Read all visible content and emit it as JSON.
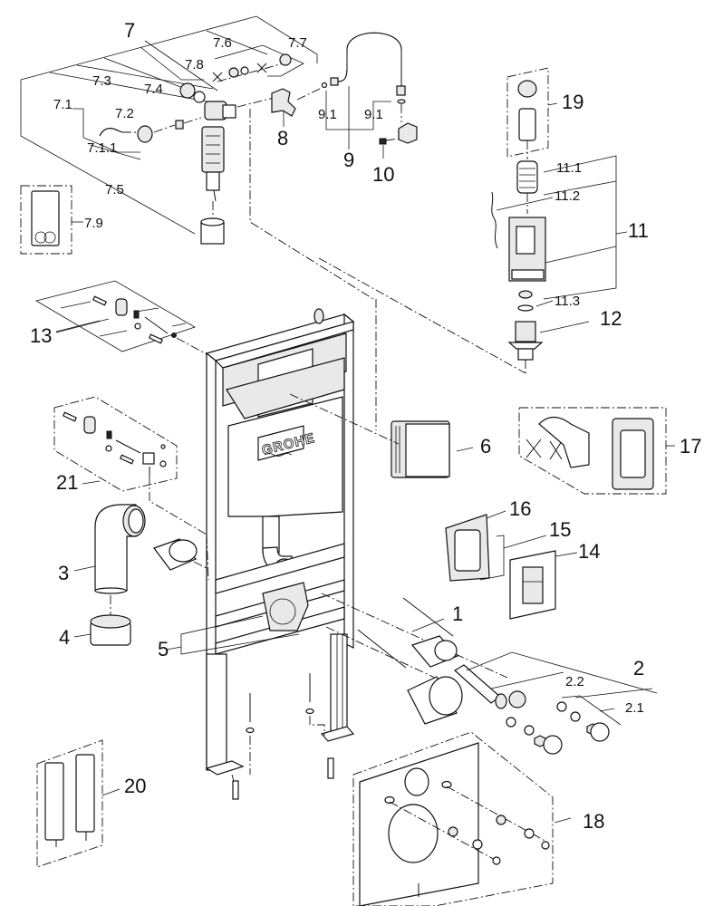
{
  "diagram": {
    "type": "exploded-parts-diagram",
    "brand_logo": "GROHE",
    "callouts": [
      {
        "id": "c7",
        "label": "7"
      },
      {
        "id": "c7-6",
        "label": "7.6"
      },
      {
        "id": "c7-7",
        "label": "7.7"
      },
      {
        "id": "c7-8",
        "label": "7.8"
      },
      {
        "id": "c7-3",
        "label": "7.3"
      },
      {
        "id": "c7-4",
        "label": "7.4"
      },
      {
        "id": "c7-1",
        "label": "7.1"
      },
      {
        "id": "c7-2",
        "label": "7.2"
      },
      {
        "id": "c7-1-1",
        "label": "7.1.1"
      },
      {
        "id": "c7-5",
        "label": "7.5"
      },
      {
        "id": "c7-9",
        "label": "7.9"
      },
      {
        "id": "c8",
        "label": "8"
      },
      {
        "id": "c9",
        "label": "9"
      },
      {
        "id": "c9-1a",
        "label": "9.1"
      },
      {
        "id": "c9-1b",
        "label": "9.1"
      },
      {
        "id": "c10",
        "label": "10"
      },
      {
        "id": "c19",
        "label": "19"
      },
      {
        "id": "c11-1",
        "label": "11.1"
      },
      {
        "id": "c11-2",
        "label": "11.2"
      },
      {
        "id": "c11",
        "label": "11"
      },
      {
        "id": "c11-3",
        "label": "11.3"
      },
      {
        "id": "c12",
        "label": "12"
      },
      {
        "id": "c13",
        "label": "13"
      },
      {
        "id": "c6",
        "label": "6"
      },
      {
        "id": "c17",
        "label": "17"
      },
      {
        "id": "c21",
        "label": "21"
      },
      {
        "id": "c16",
        "label": "16"
      },
      {
        "id": "c15",
        "label": "15"
      },
      {
        "id": "c14",
        "label": "14"
      },
      {
        "id": "c3",
        "label": "3"
      },
      {
        "id": "c1",
        "label": "1"
      },
      {
        "id": "c4",
        "label": "4"
      },
      {
        "id": "c5",
        "label": "5"
      },
      {
        "id": "c2",
        "label": "2"
      },
      {
        "id": "c2-2",
        "label": "2.2"
      },
      {
        "id": "c2-1",
        "label": "2.1"
      },
      {
        "id": "c20",
        "label": "20"
      },
      {
        "id": "c18",
        "label": "18"
      }
    ]
  }
}
